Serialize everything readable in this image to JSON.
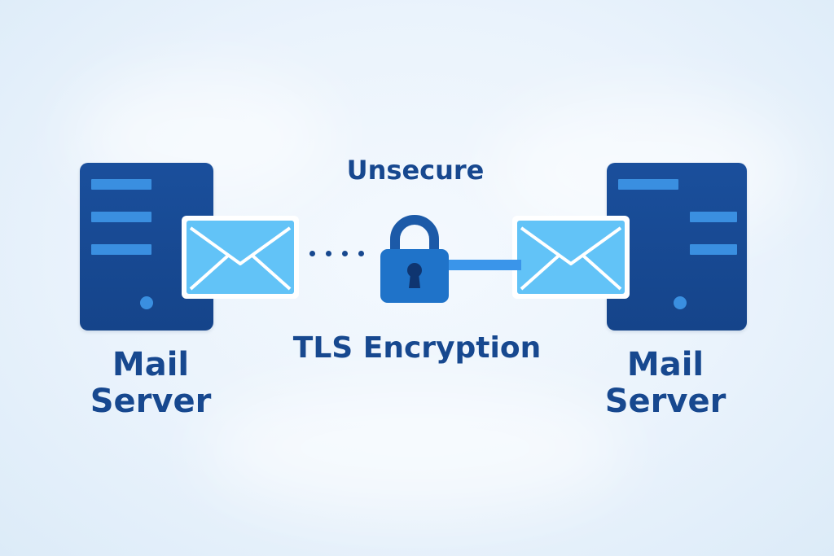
{
  "labels": {
    "unsecure": "Unsecure",
    "tls": "TLS Encryption",
    "left_server_line1": "Mail",
    "left_server_line2": "Server",
    "right_server_line1": "Mail",
    "right_server_line2": "Server"
  },
  "colors": {
    "server_body": "#15448a",
    "server_accent": "#3a8fe0",
    "envelope_fill": "#62c3f7",
    "envelope_lines": "#ffffff",
    "lock_body": "#1f73c9",
    "lock_shackle": "#1c5aa8",
    "keyhole": "#0f3570",
    "secure_line": "#3a95ea",
    "text": "#17488f",
    "background": "#eaf3fc"
  },
  "icons": {
    "left_server": "server-icon",
    "right_server": "server-icon",
    "left_envelope": "envelope-icon",
    "right_envelope": "envelope-icon",
    "lock": "padlock-icon"
  }
}
